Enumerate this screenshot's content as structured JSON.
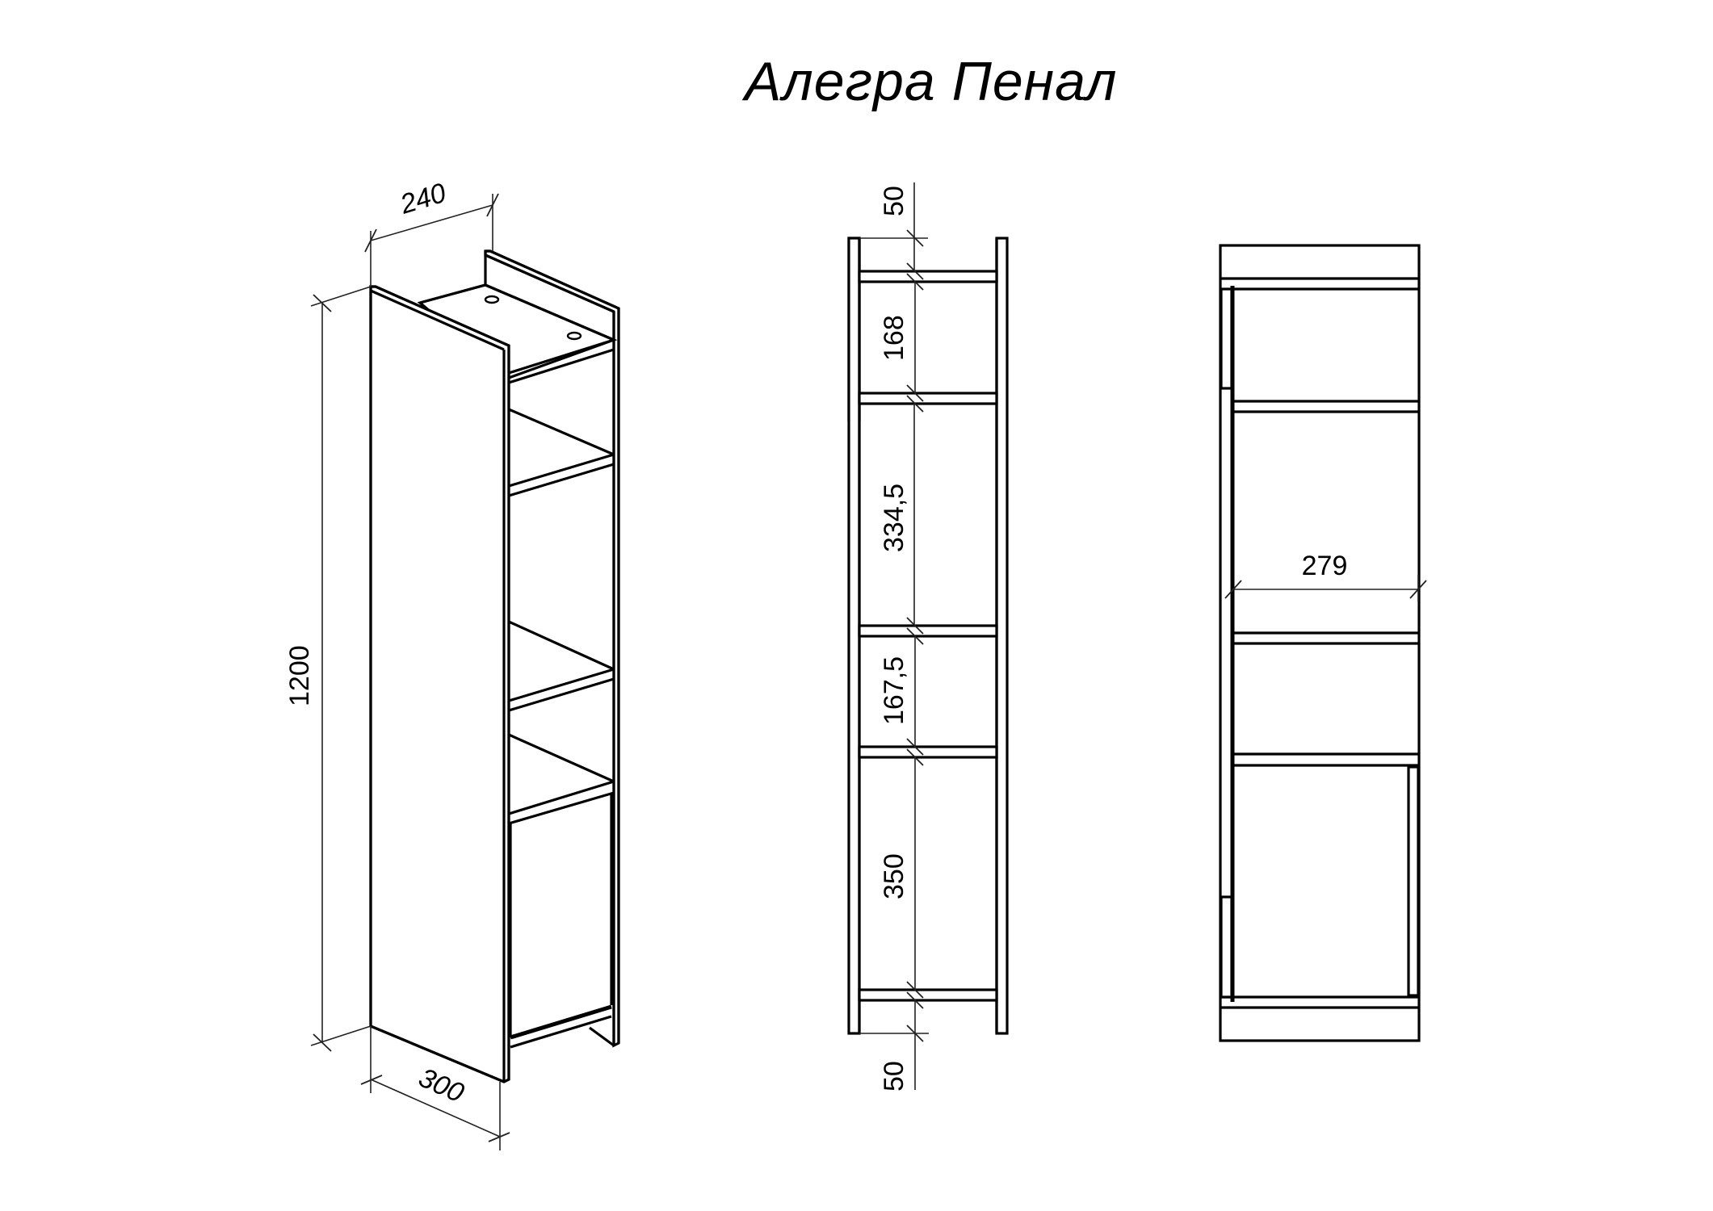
{
  "title": "Алегра Пенал",
  "views": {
    "isometric": {
      "label": "isometric-view",
      "dimensions": {
        "width": "240",
        "height": "1200",
        "depth": "300"
      }
    },
    "section": {
      "label": "front-section-view",
      "dimensions": {
        "top_plinth": "50",
        "shelf_1": "168",
        "shelf_2": "334,5",
        "shelf_3": "167,5",
        "shelf_4": "350",
        "bottom_plinth": "50"
      }
    },
    "front": {
      "label": "front-view-with-doors",
      "dimensions": {
        "inner_width": "279"
      }
    }
  },
  "colors": {
    "line": "#000000",
    "background": "#ffffff"
  }
}
